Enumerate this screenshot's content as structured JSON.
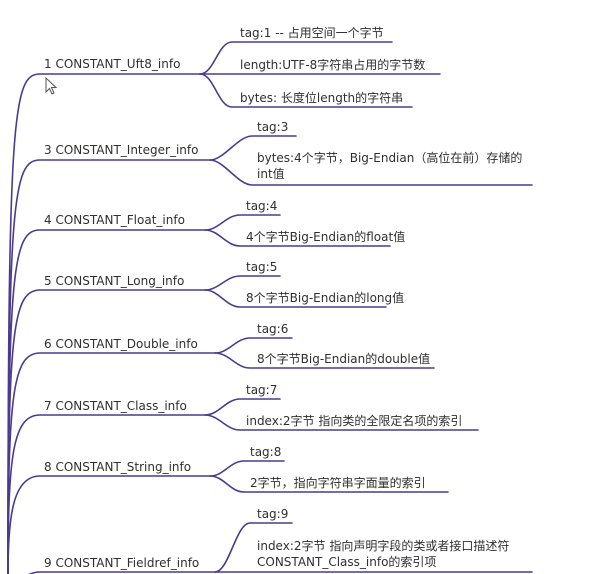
{
  "branch_color": "#4b3a8f",
  "nodes": [
    {
      "label": "1 CONSTANT_Uft8_info",
      "children": [
        "tag:1 -- 占用空间一个字节",
        "length:UTF-8字符串占用的字节数",
        "bytes: 长度位length的字符串"
      ]
    },
    {
      "label": "3 CONSTANT_Integer_info",
      "children": [
        "tag:3",
        "bytes:4个字节，Big-Endian（高位在前）存储的int值"
      ]
    },
    {
      "label": "4 CONSTANT_Float_info",
      "children": [
        "tag:4",
        "4个字节Big-Endian的float值"
      ]
    },
    {
      "label": "5 CONSTANT_Long_info",
      "children": [
        "tag:5",
        "8个字节Big-Endian的long值"
      ]
    },
    {
      "label": "6 CONSTANT_Double_info",
      "children": [
        "tag:6",
        "8个字节Big-Endian的double值"
      ]
    },
    {
      "label": "7 CONSTANT_Class_info",
      "children": [
        "tag:7",
        "index:2字节 指向类的全限定名项的索引"
      ]
    },
    {
      "label": "8 CONSTANT_String_info",
      "children": [
        "tag:8",
        "2字节，指向字符串字面量的索引"
      ]
    },
    {
      "label": "9 CONSTANT_Fieldref_info",
      "children": [
        "tag:9",
        "index:2字节 指向声明字段的类或者接口描述符CONSTANT_Class_info的索引项"
      ]
    }
  ]
}
